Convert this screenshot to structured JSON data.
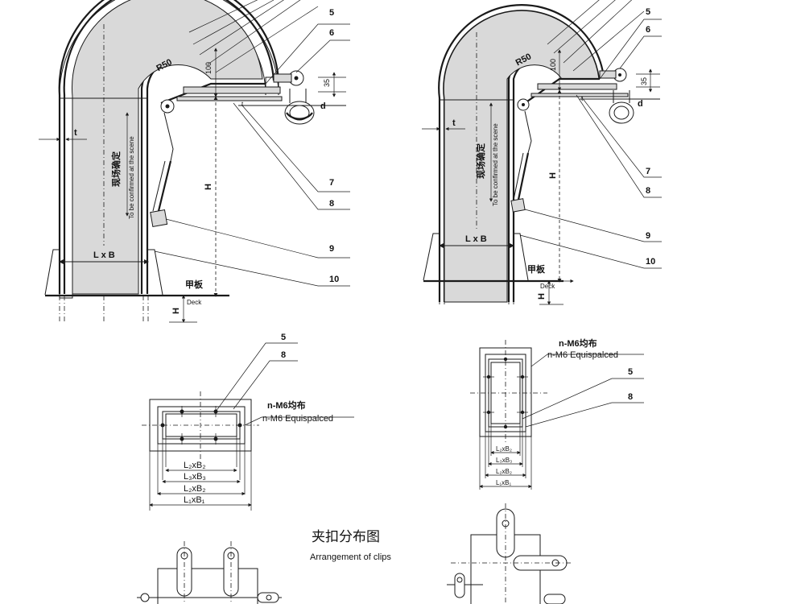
{
  "callouts": {
    "n5": "5",
    "n6": "6",
    "n7": "7",
    "n8": "8",
    "n9": "9",
    "n10": "10"
  },
  "dims": {
    "r50": "R50",
    "d100": "100",
    "d35": "35",
    "t": "t",
    "t1": "t",
    "d": "d",
    "H": "H",
    "H1": "H",
    "LxB": "L x B",
    "L2B2": "L₂xB₂",
    "L3B3": "L₃xB₃",
    "L2B2b": "L₂xB₂",
    "L1B1": "L₁xB₁"
  },
  "notes": {
    "confirm_cn": "现场确定",
    "confirm_en": "To be confirmed at the scene",
    "deck_cn": "甲板",
    "deck_en": "Deck",
    "m6_cn": "n-M6均布",
    "m6_en": "n-M6 Equispalced"
  },
  "title": {
    "cn": "夹扣分布图",
    "en": "Arrangement of clips"
  }
}
